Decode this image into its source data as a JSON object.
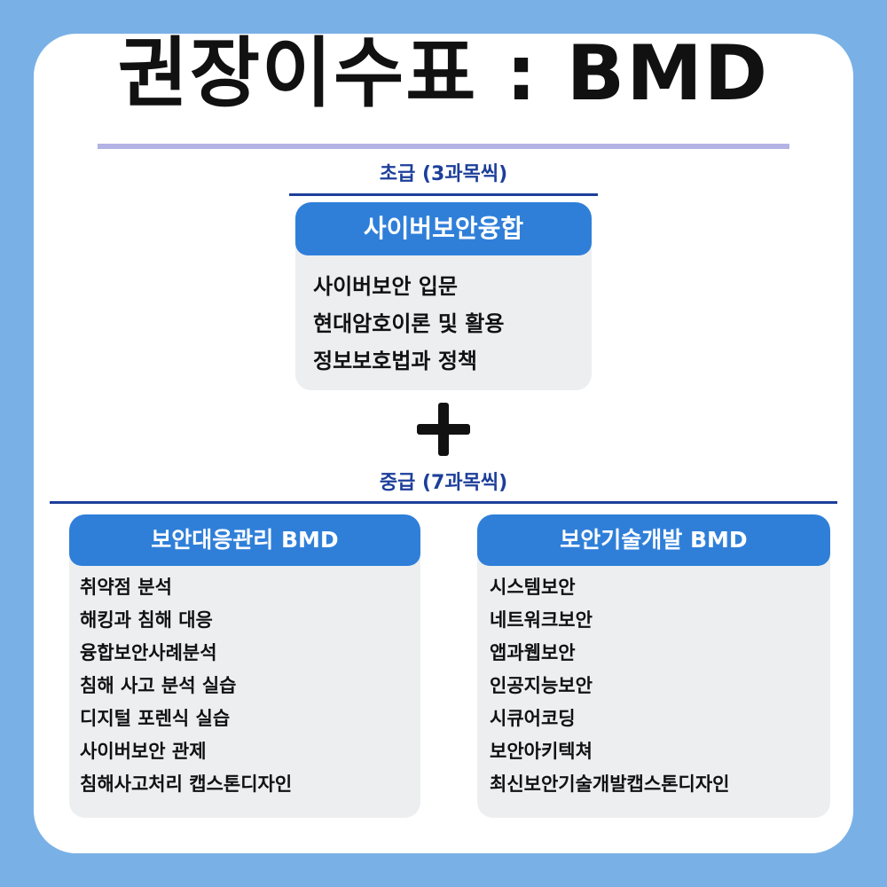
{
  "title": "권장이수표 : BMD",
  "beginner": {
    "label": "초급 (3과목씩)",
    "box": {
      "header": "사이버보안융합",
      "items": [
        "사이버보안 입문",
        "현대암호이론 및 활용",
        "정보보호법과 정책"
      ]
    }
  },
  "plus_icon": "plus-icon",
  "intermediate": {
    "label": "중급 (7과목씩)",
    "boxes": [
      {
        "header": "보안대응관리 BMD",
        "items": [
          "취약점 분석",
          "해킹과 침해 대응",
          "융합보안사례분석",
          "침해 사고 분석 실습",
          "디지털 포렌식 실습",
          "사이버보안 관제",
          "침해사고처리 캡스톤디자인"
        ]
      },
      {
        "header": "보안기술개발 BMD",
        "items": [
          "시스템보안",
          "네트워크보안",
          "앱과웹보안",
          "인공지능보안",
          "시큐어코딩",
          "보안아키텍쳐",
          "최신보안기술개발캡스톤디자인"
        ]
      }
    ]
  },
  "colors": {
    "background": "#79b1e6",
    "accent": "#2f7fd9",
    "label": "#1d3f9a",
    "title_rule": "#b4b3e6"
  }
}
